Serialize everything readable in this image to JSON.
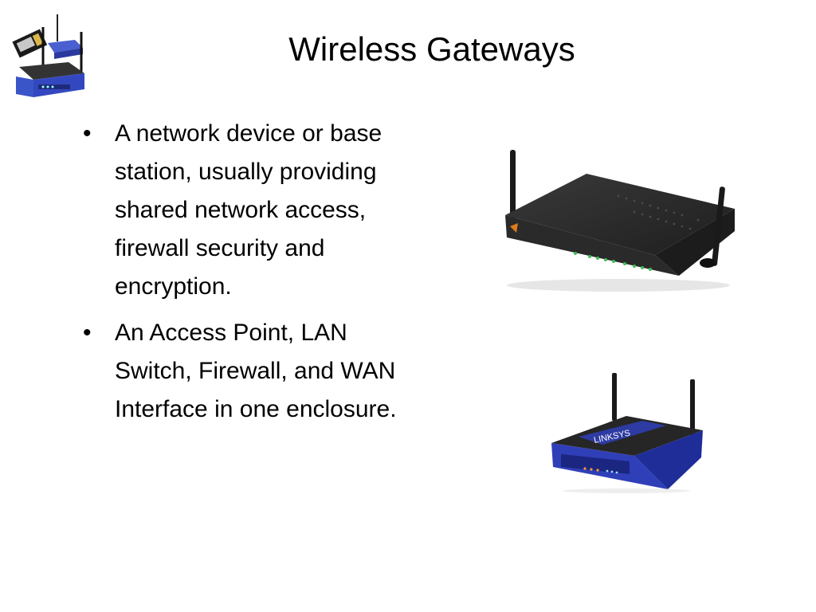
{
  "slide": {
    "title": "Wireless Gateways",
    "bullets": [
      {
        "marker": "•",
        "text": " A network device or base station, usually providing shared network access, firewall security and encryption."
      },
      {
        "marker": "•",
        "text": " An Access Point, LAN Switch, Firewall, and WAN Interface in one enclosure."
      }
    ]
  },
  "images": {
    "logo_icon": "router-and-pc-card-icon",
    "router_black_icon": "black-wireless-router-image",
    "router_blue_icon": "linksys-wireless-router-image",
    "linksys_label": "LINKSYS"
  },
  "colors": {
    "linksys_blue": "#2f3fb8",
    "router_black": "#2a2a2a",
    "led_green": "#3fbf5a"
  }
}
